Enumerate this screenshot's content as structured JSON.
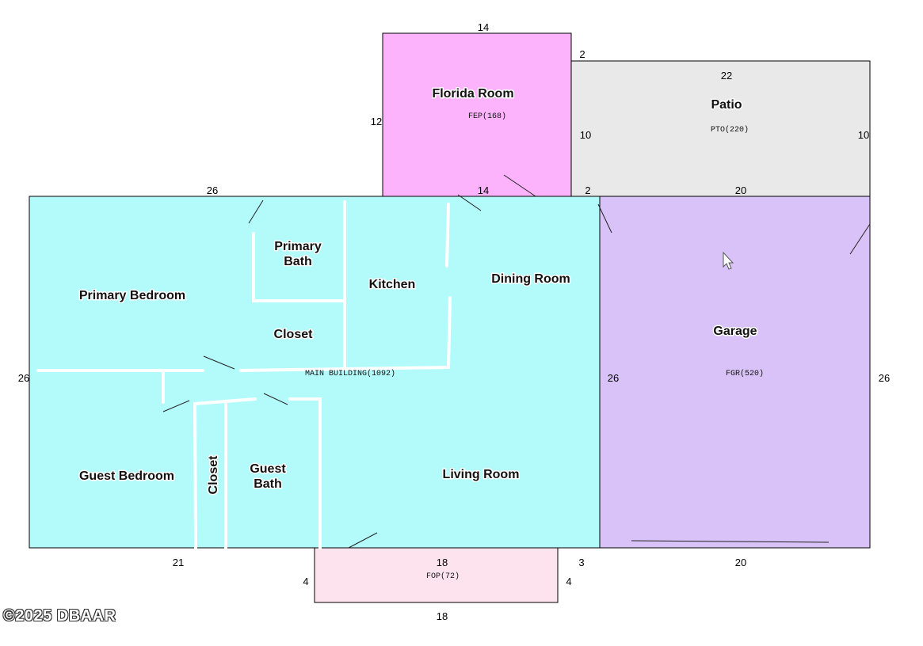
{
  "colors": {
    "main_building": "#b3fbfb",
    "florida_room": "#fcb3fc",
    "patio": "#e9e9e9",
    "garage": "#d9c2f7",
    "front_porch": "#fde3ee",
    "outline": "#000000"
  },
  "rooms": {
    "florida_room": "Florida Room",
    "patio": "Patio",
    "primary_bath": [
      "Primary",
      "Bath"
    ],
    "kitchen": "Kitchen",
    "dining_room": "Dining Room",
    "primary_bedroom": "Primary Bedroom",
    "closet_primary": "Closet",
    "garage": "Garage",
    "closet_guest": "Closet",
    "guest_bath": [
      "Guest",
      "Bath"
    ],
    "guest_bedroom": "Guest Bedroom",
    "living_room": "Living Room"
  },
  "area_codes": {
    "florida_room": "FEP(168)",
    "patio": "PTO(220)",
    "main_building": "MAIN BUILDING(1092)",
    "garage": "FGR(520)",
    "front_porch": "FOP(72)"
  },
  "dimensions": {
    "florida_top": "14",
    "florida_left": "12",
    "florida_bottom": "14",
    "florida_patio_offset": "2",
    "patio_top": "22",
    "patio_left": "10",
    "patio_right": "10",
    "patio_bottom_offset": "2",
    "garage_top": "20",
    "main_top": "26",
    "main_left": "26",
    "main_right": "26",
    "garage_right": "26",
    "main_bottom": "21",
    "main_bottom_offset": "3",
    "garage_bottom": "20",
    "porch_top": "18",
    "porch_left": "4",
    "porch_right": "4",
    "porch_bottom": "18"
  },
  "watermark": "©2025 DBAAR"
}
